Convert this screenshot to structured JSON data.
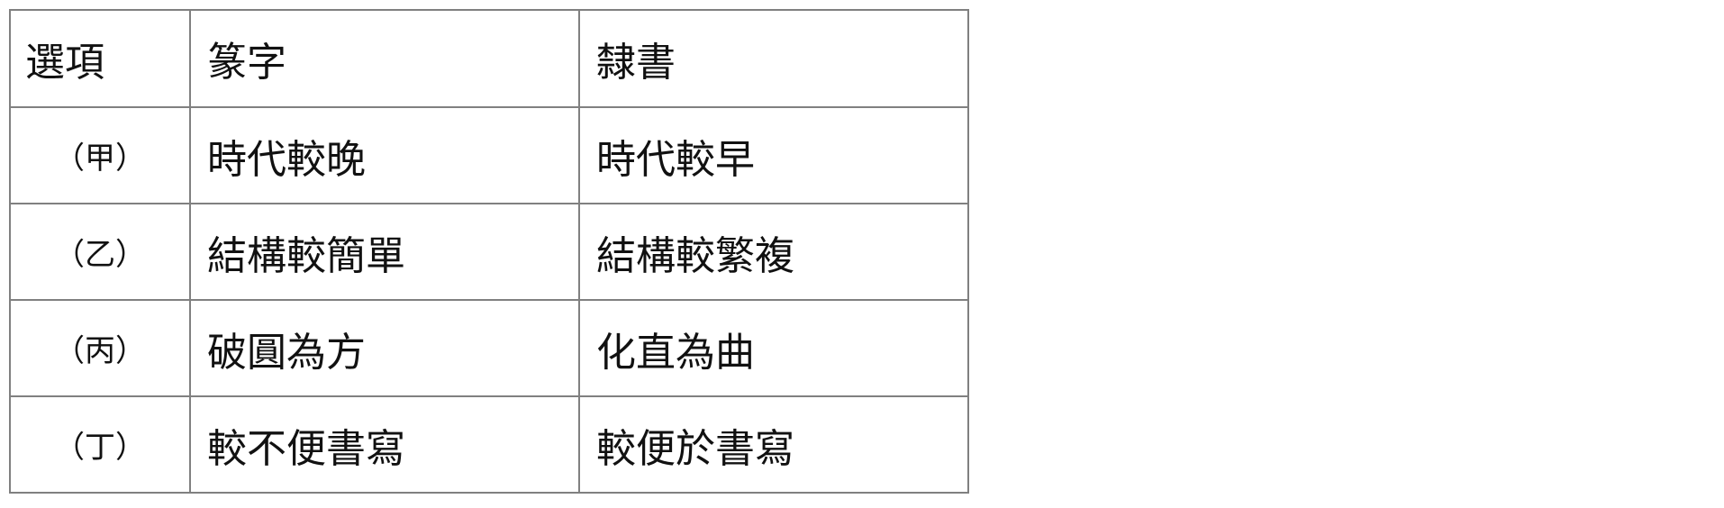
{
  "table": {
    "headers": [
      "選項",
      "篆字",
      "隸書"
    ],
    "rows": [
      {
        "option": "（甲）",
        "zhuan": "時代較晚",
        "li": "時代較早"
      },
      {
        "option": "（乙）",
        "zhuan": "結構較簡單",
        "li": "結構較繁複"
      },
      {
        "option": "（丙）",
        "zhuan": "破圓為方",
        "li": "化直為曲"
      },
      {
        "option": "（丁）",
        "zhuan": "較不便書寫",
        "li": "較便於書寫"
      }
    ]
  }
}
